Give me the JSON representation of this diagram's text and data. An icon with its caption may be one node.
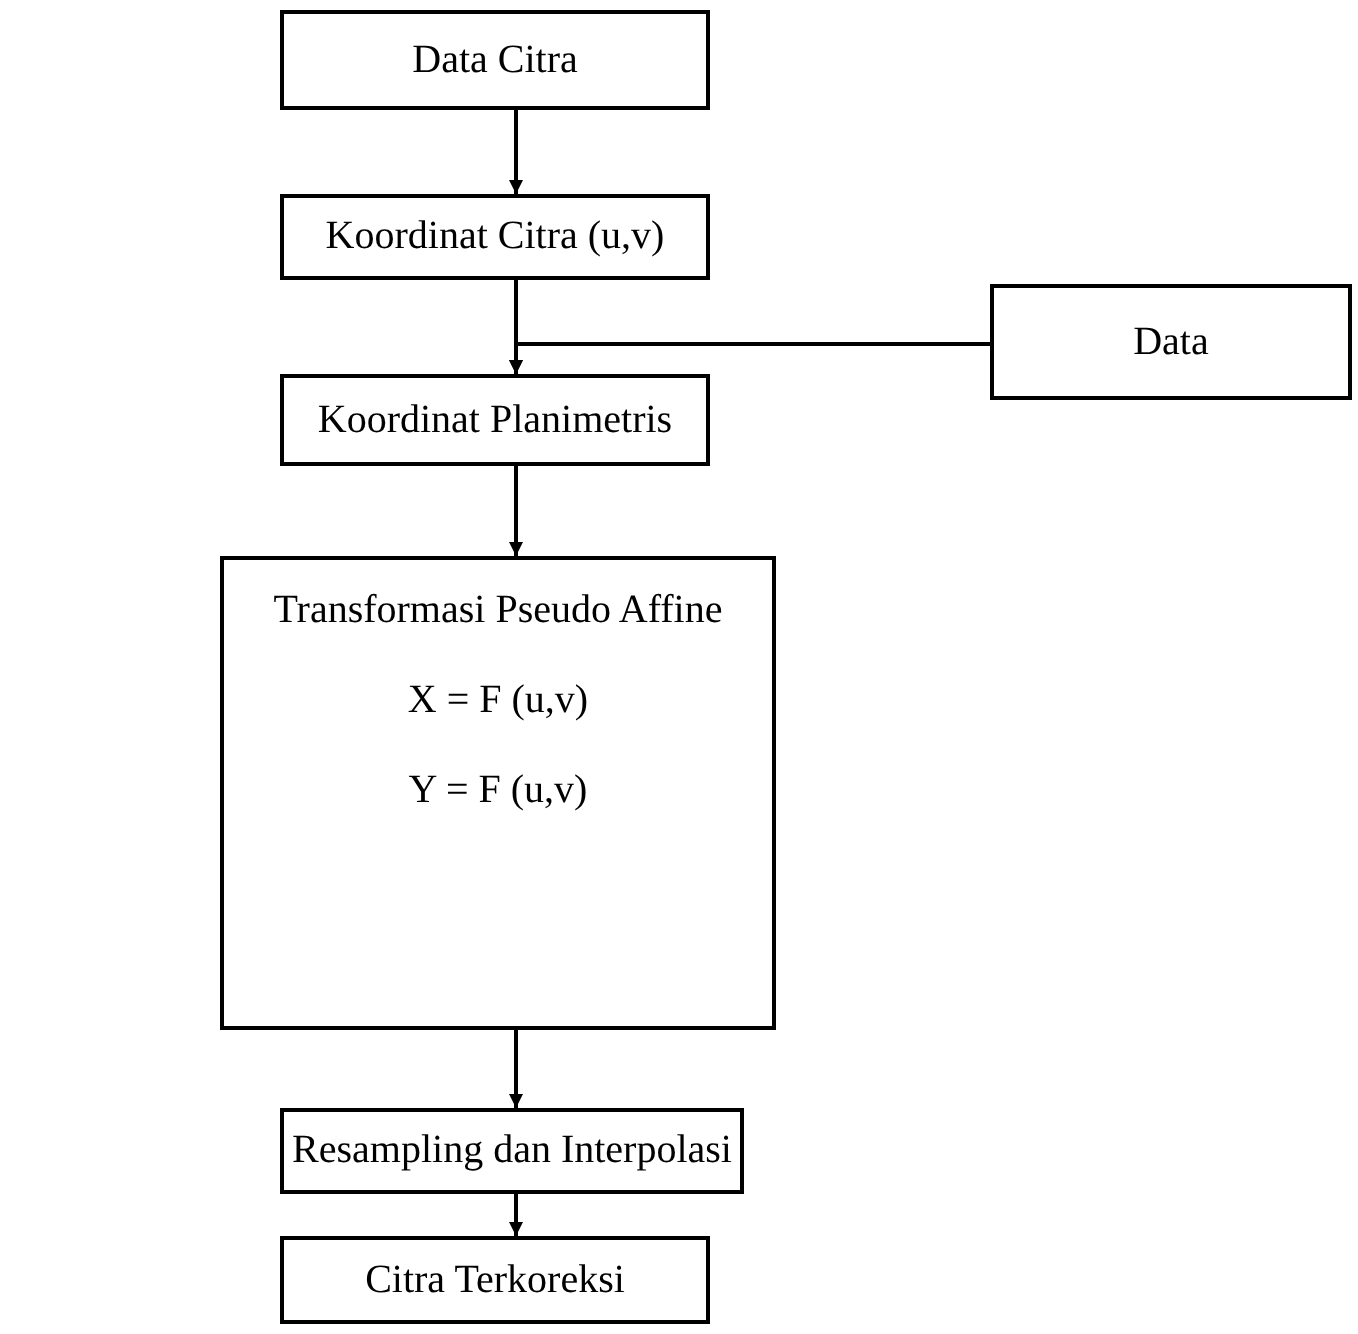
{
  "diagram": {
    "nodes": [
      {
        "text": [
          "Data Citra"
        ]
      },
      {
        "text": [
          "Koordinat Citra (u,v)"
        ]
      },
      {
        "text": [
          "Data"
        ]
      },
      {
        "text": [
          "Koordinat Planimetris"
        ]
      },
      {
        "text": [
          "Transformasi Pseudo Affine",
          "X = F (u,v)",
          "Y = F (u,v)"
        ]
      },
      {
        "text": [
          "Resampling dan Interpolasi"
        ]
      },
      {
        "text": [
          "Citra Terkoreksi"
        ]
      }
    ],
    "edges": [
      {
        "from": 0,
        "to": 1,
        "arrow": "to"
      },
      {
        "from": 1,
        "to": 3,
        "arrow": "to"
      },
      {
        "from": 2,
        "to": 3,
        "arrow": "to"
      },
      {
        "from": 3,
        "to": 4,
        "arrow": "to"
      },
      {
        "from": 4,
        "to": 5,
        "arrow": "to"
      },
      {
        "from": 5,
        "to": 6,
        "arrow": "to"
      }
    ]
  }
}
